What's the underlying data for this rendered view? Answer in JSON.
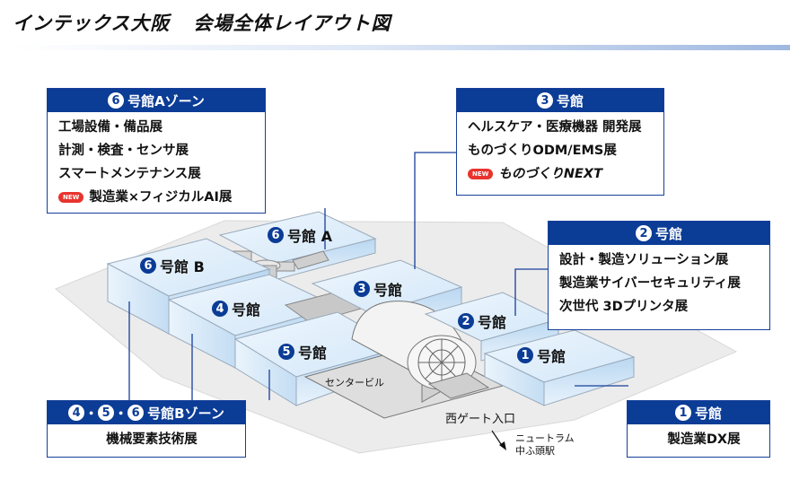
{
  "header": {
    "venue": "インテックス大阪",
    "subtitle": "会場全体レイアウト図"
  },
  "callouts": {
    "hall6a": {
      "num": "6",
      "title": "号館Aゾーン",
      "items": [
        "工場設備・備品展",
        "計測・検査・センサ展",
        "スマートメンテナンス展"
      ],
      "new_badge": "NEW",
      "new_item": "製造業×フィジカルAI展"
    },
    "hall3": {
      "num": "3",
      "title": "号館",
      "items": [
        "ヘルスケア・医療機器 開発展",
        "ものづくりODM/EMS展"
      ],
      "new_badge": "NEW",
      "new_item": "ものづくりNEXT"
    },
    "hall2": {
      "num": "2",
      "title": "号館",
      "items": [
        "設計・製造ソリューション展",
        "製造業サイバーセキュリティ展",
        "次世代 3Dプリンタ展"
      ]
    },
    "hall1": {
      "num": "1",
      "title": "号館",
      "items": [
        "製造業DX展"
      ]
    },
    "zoneB": {
      "n4": "4",
      "n5": "5",
      "n6": "6",
      "sep": "・",
      "title": "号館Bゾーン",
      "items": [
        "機械要素技術展"
      ]
    }
  },
  "buildings": {
    "hall6a": {
      "num": "6",
      "label": "号館 A"
    },
    "hall6b": {
      "num": "6",
      "label": "号館 B"
    },
    "hall4": {
      "num": "4",
      "label": "号館"
    },
    "hall5": {
      "num": "5",
      "label": "号館"
    },
    "hall3": {
      "num": "3",
      "label": "号館"
    },
    "hall2": {
      "num": "2",
      "label": "号館"
    },
    "hall1": {
      "num": "1",
      "label": "号館"
    }
  },
  "labels": {
    "center_building": "センタービル",
    "west_gate": "西ゲート入口",
    "newtram_line1": "ニュートラム",
    "newtram_line2": "中ふ頭駅"
  },
  "colors": {
    "brand_blue": "#0b3c96",
    "new_red": "#e8332d",
    "building_light": "#e3f0fb"
  }
}
